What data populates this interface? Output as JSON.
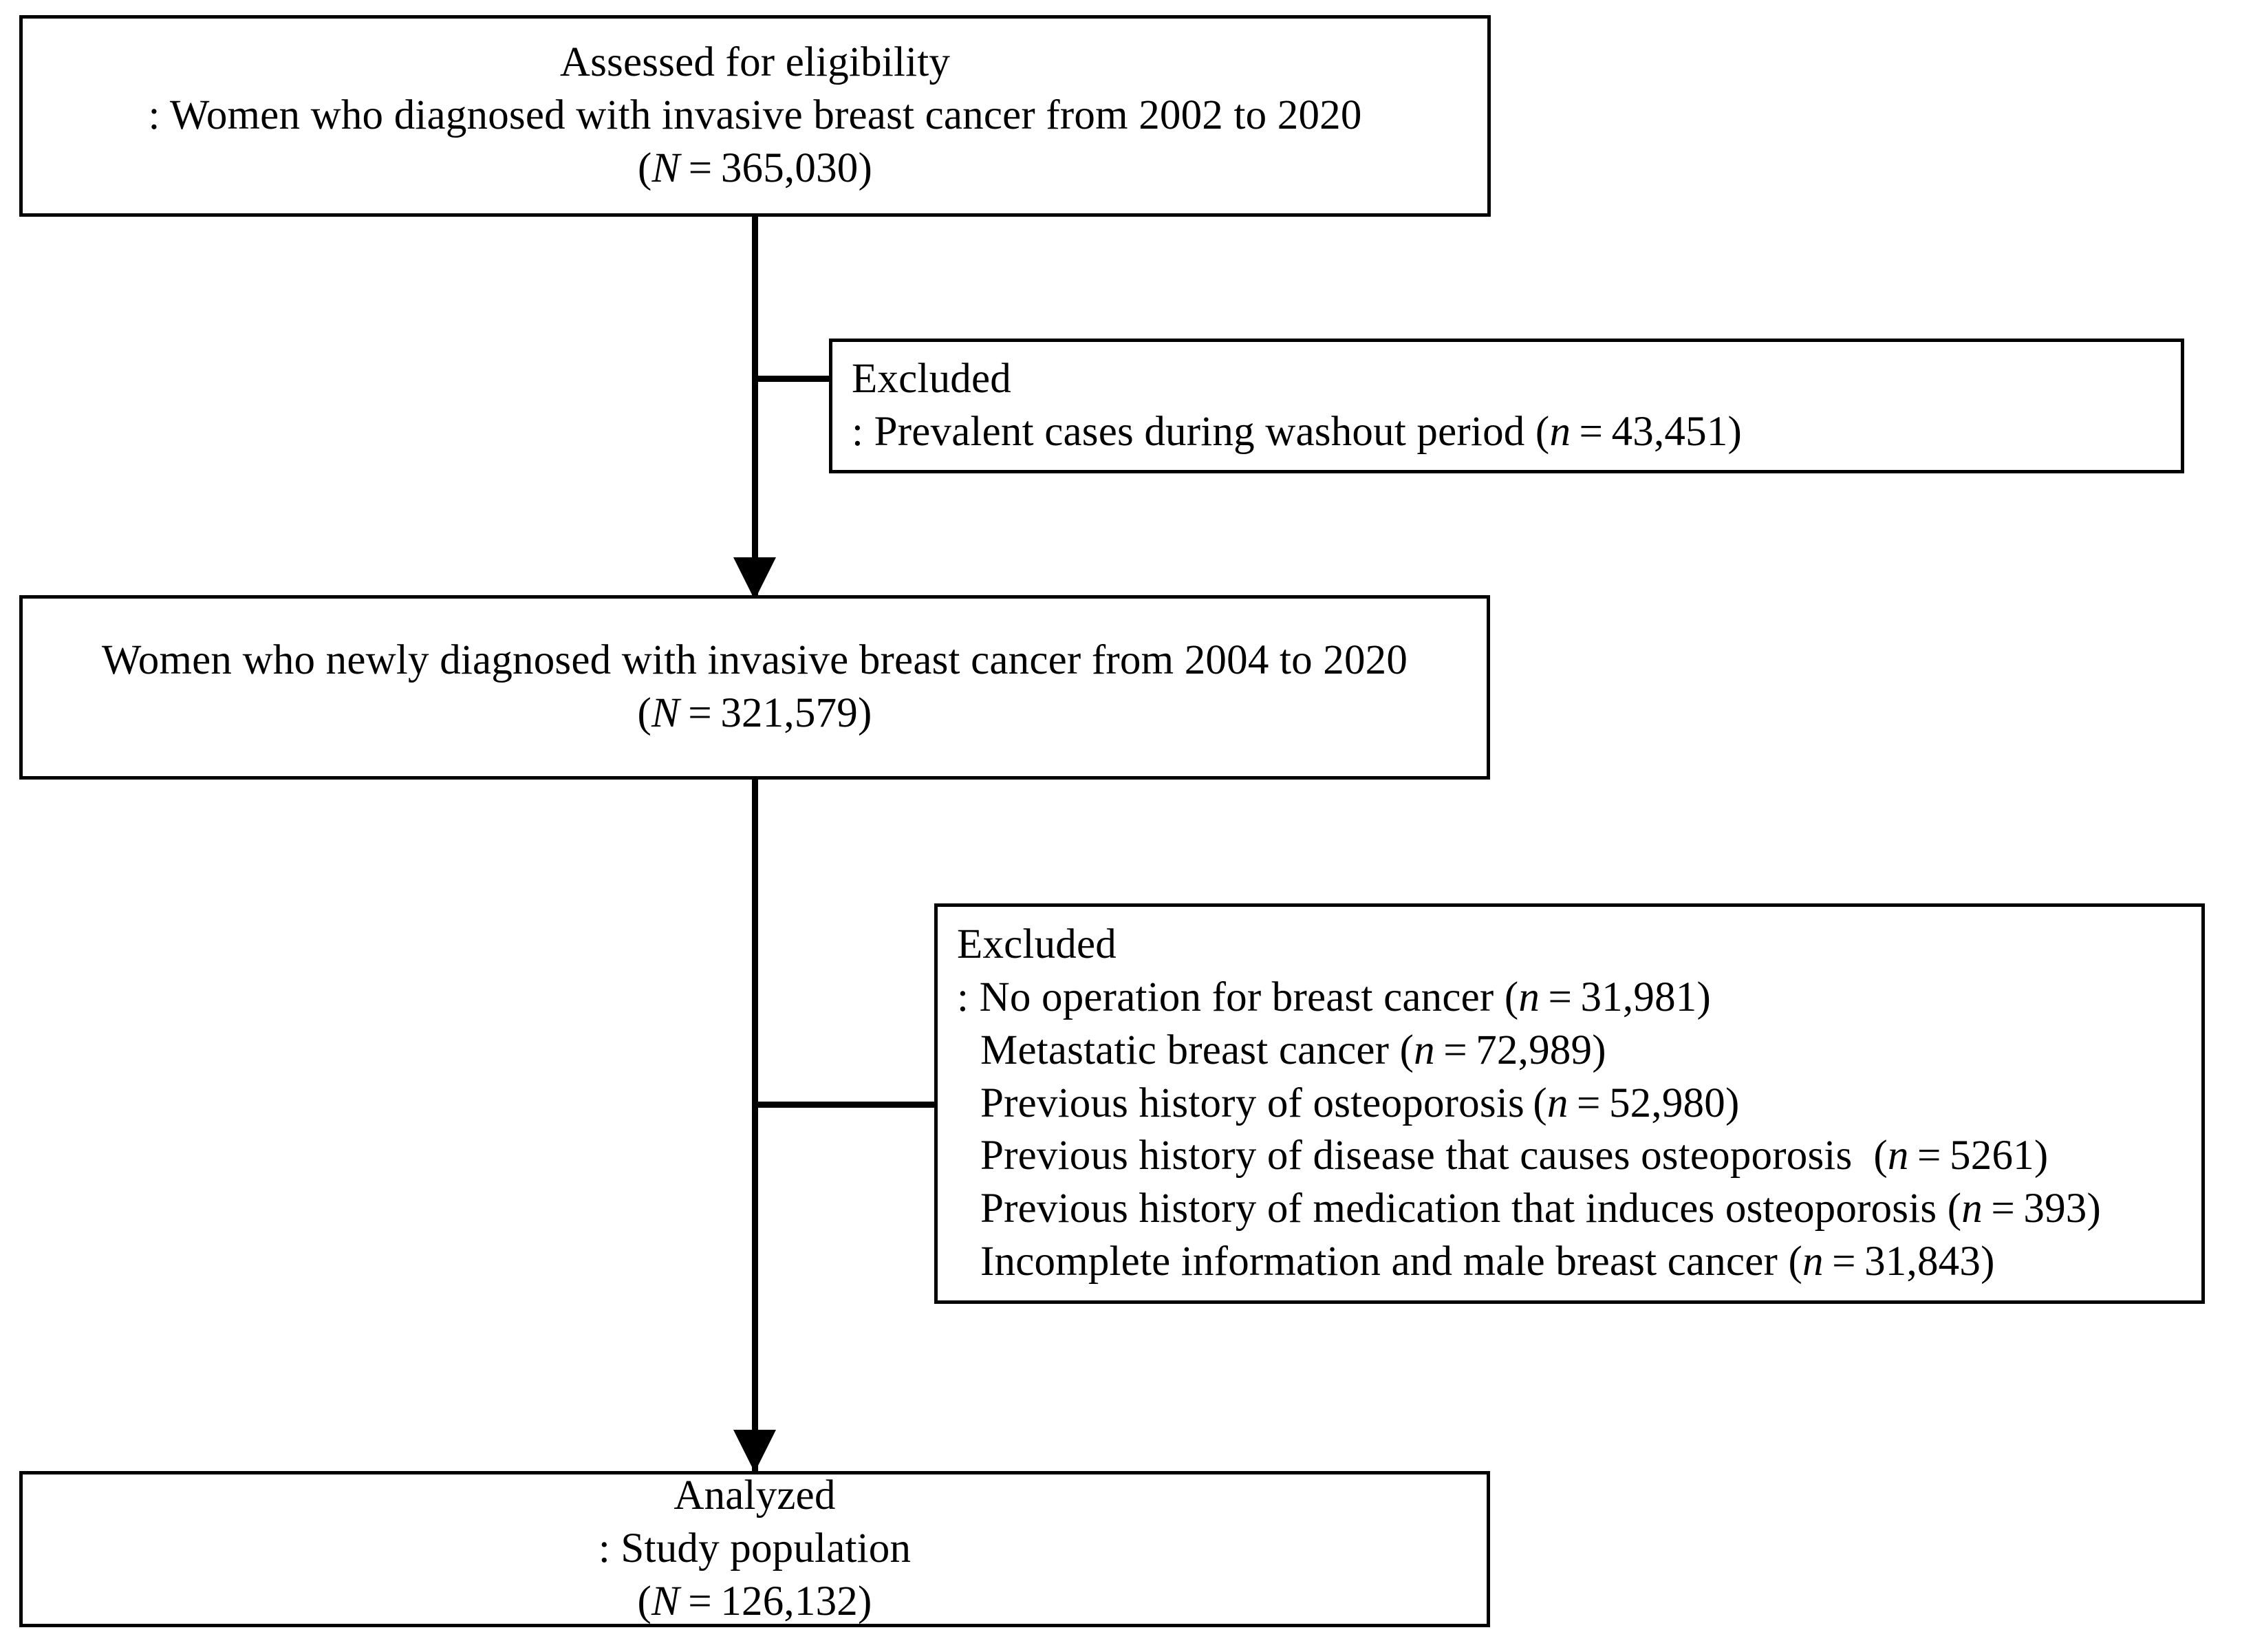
{
  "diagram": {
    "title": "Study population selection flow diagram",
    "boxes": [
      {
        "id": "assessed",
        "name": "assessed-for-eligibility-box",
        "lines": [
          "Assessed for eligibility",
          ": Women who diagnosed with invasive breast cancer from 2002 to 2020",
          "(N = 365,030)"
        ]
      },
      {
        "id": "excluded-1",
        "name": "excluded-box-1",
        "lines": [
          "Excluded",
          ": Prevalent cases during washout period (n = 43,451)"
        ]
      },
      {
        "id": "newly-diagnosed",
        "name": "newly-diagnosed-box",
        "lines": [
          "Women who newly diagnosed with invasive breast cancer from 2004 to 2020",
          "(N = 321,579)"
        ]
      },
      {
        "id": "excluded-2",
        "name": "excluded-box-2",
        "lines": [
          "Excluded",
          ": No operation for breast cancer (n = 31,981)",
          "Metastatic breast cancer (n = 72,989)",
          "Previous history of osteoporosis (n = 52,980)",
          "Previous history of disease that causes osteoporosis  (n = 5261)",
          "Previous history of medication that induces osteoporosis (n = 393)",
          "Incomplete information and male breast cancer (n = 31,843)"
        ]
      },
      {
        "id": "analyzed",
        "name": "analyzed-box",
        "lines": [
          "Analyzed",
          ": Study population",
          "(N = 126,132)"
        ]
      }
    ],
    "counts": {
      "assessed_N": "365,030",
      "prevalent_washout_n": "43,451",
      "newly_diagnosed_N": "321,579",
      "no_operation_n": "31,981",
      "metastatic_n": "72,989",
      "prev_osteoporosis_n": "52,980",
      "prev_disease_causes_osteoporosis_n": "5261",
      "prev_medication_induces_osteoporosis_n": "393",
      "incomplete_and_male_n": "31,843",
      "analyzed_N": "126,132"
    },
    "colors": {
      "stroke": "#000000",
      "background": "#ffffff",
      "text": "#000000"
    }
  }
}
